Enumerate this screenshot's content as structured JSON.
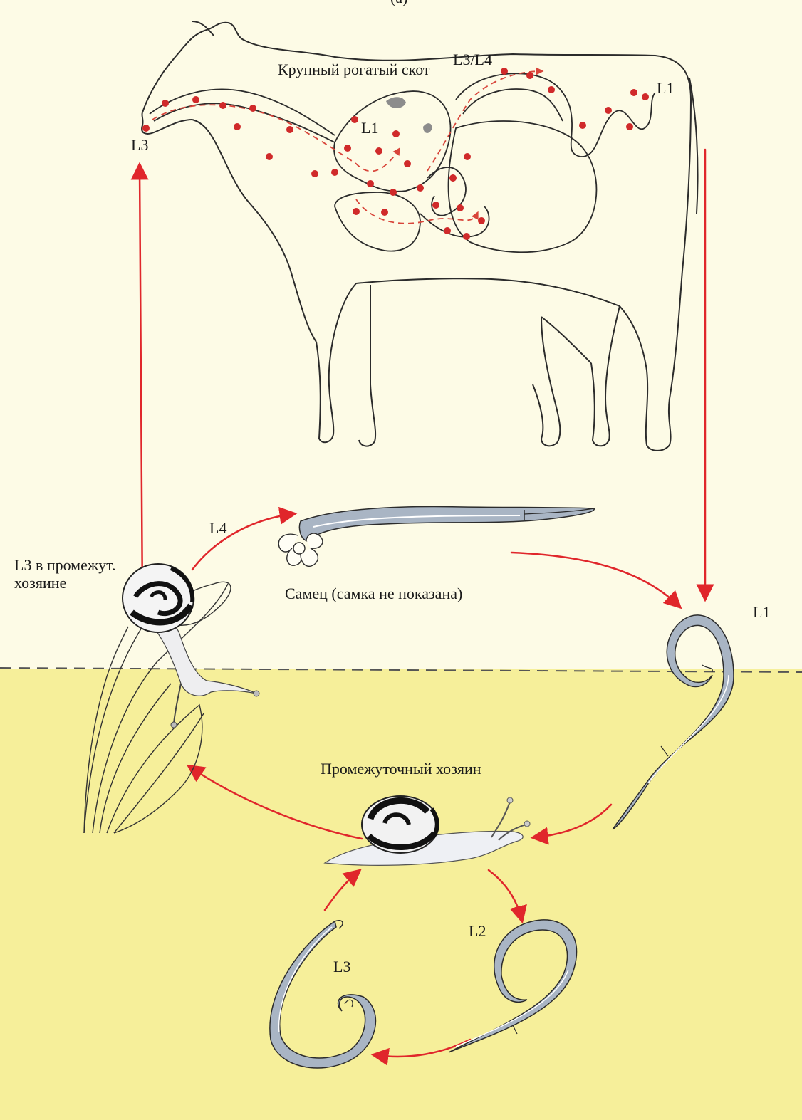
{
  "colors": {
    "upper_bg": "#fdfbe6",
    "lower_bg": "#f6ef9a",
    "arrow": "#e0262b",
    "dot": "#d02a2a",
    "worm_fill": "#a9b5c4",
    "outline": "#2b2b2b"
  },
  "labels": {
    "top_cropped": "(a)",
    "host_name": "Крупный рогатый скот",
    "l3_l4": "L3/L4",
    "l1_lung": "L1",
    "l1_intestine": "L1",
    "l3_mouth": "L3",
    "l4": "L4",
    "l3_in_host_line1": "L3 в промежут.",
    "l3_in_host_line2": "хозяине",
    "male_note": "Самец (самка не показана)",
    "l1_free": "L1",
    "intermediate_host": "Промежуточный хозяин",
    "l2": "L2",
    "l3_larva": "L3"
  },
  "icons": [
    "cattle-outline-icon",
    "snail-icon",
    "nematode-larva-icon",
    "lifecycle-arrow-icon"
  ]
}
